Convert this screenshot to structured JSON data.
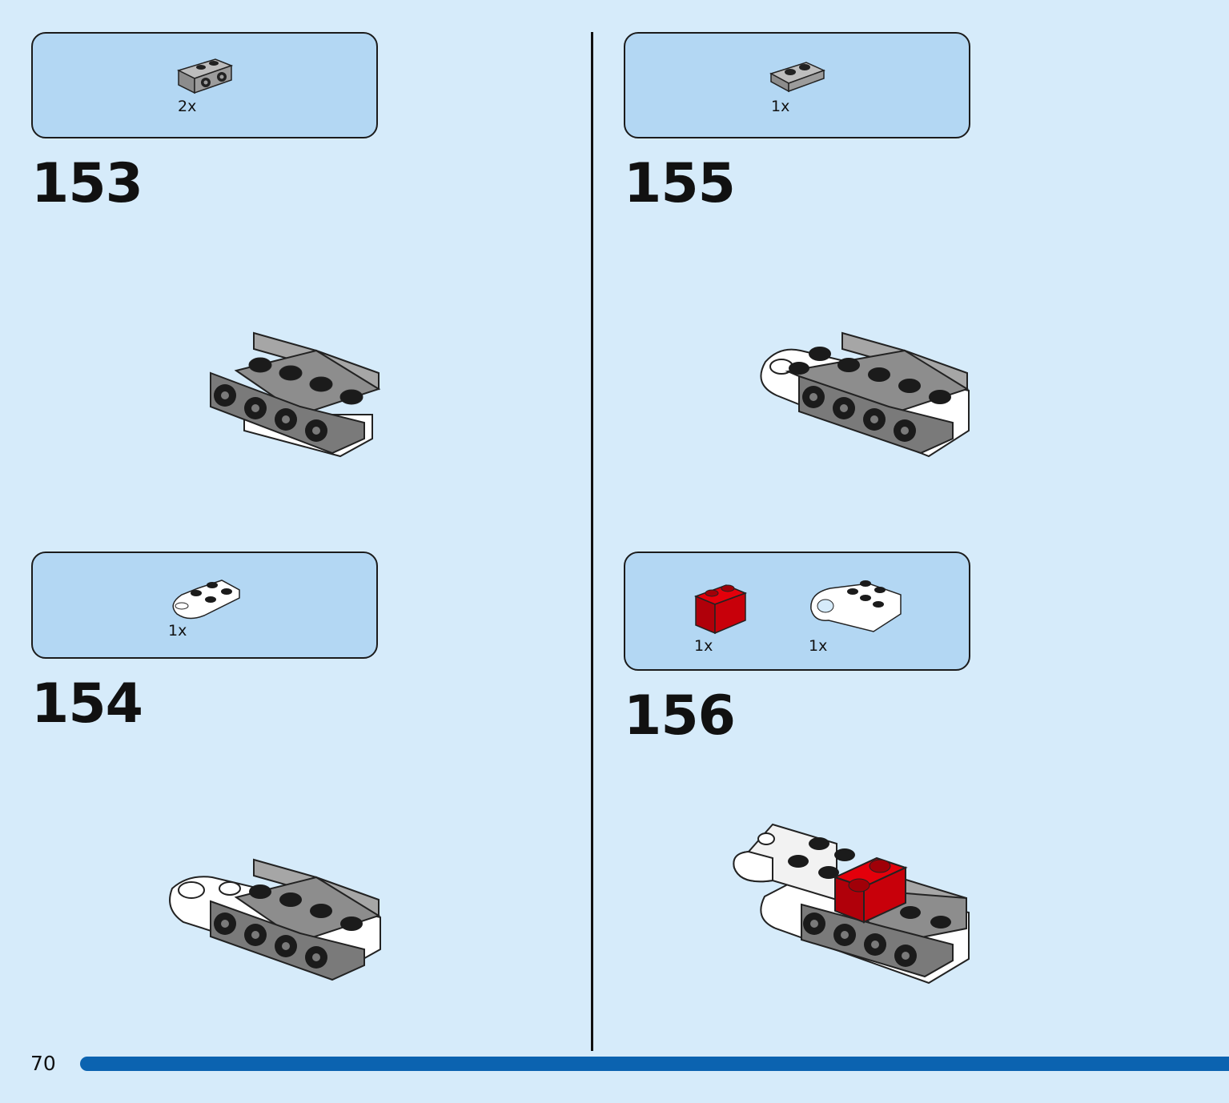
{
  "page": {
    "background": "#d6ebfa",
    "accent": "#0b63b0",
    "number": "70"
  },
  "steps": [
    {
      "number": "153",
      "parts": [
        {
          "name": "gray-bracket-plate-icon",
          "qty": "2x"
        }
      ],
      "model": "gray-bracket-assembly"
    },
    {
      "number": "154",
      "parts": [
        {
          "name": "white-rounded-plate-icon",
          "qty": "1x"
        }
      ],
      "model": "bracket-assembly-with-white-nose"
    },
    {
      "number": "155",
      "parts": [
        {
          "name": "gray-plate-1x2-icon",
          "qty": "1x"
        }
      ],
      "model": "bracket-assembly-with-plate"
    },
    {
      "number": "156",
      "parts": [
        {
          "name": "red-brick-1x2-icon",
          "qty": "1x"
        },
        {
          "name": "white-clip-brick-icon",
          "qty": "1x"
        }
      ],
      "model": "bracket-assembly-with-red-brick-and-clip"
    }
  ]
}
